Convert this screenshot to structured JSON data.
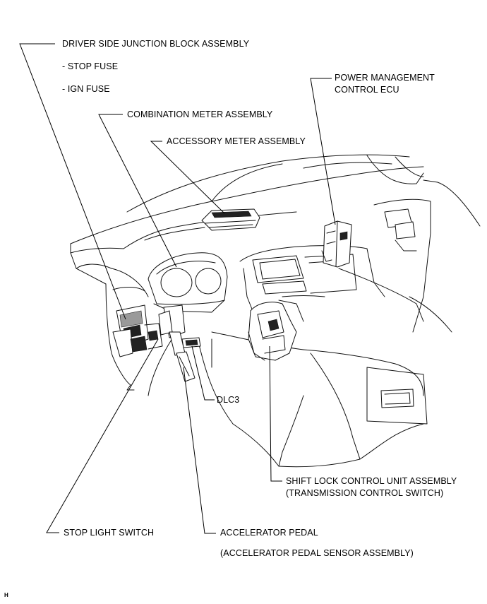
{
  "labels": {
    "driver_side_junction_block": "DRIVER SIDE JUNCTION BLOCK ASSEMBLY",
    "stop_fuse": "- STOP FUSE",
    "ign_fuse": "- IGN FUSE",
    "combination_meter": "COMBINATION METER ASSEMBLY",
    "accessory_meter": "ACCESSORY METER ASSEMBLY",
    "power_management_line1": "POWER MANAGEMENT",
    "power_management_line2": "CONTROL ECU",
    "dlc3": "DLC3",
    "shift_lock_line1": "SHIFT LOCK CONTROL UNIT ASSEMBLY",
    "shift_lock_line2": "(TRANSMISSION CONTROL SWITCH)",
    "stop_light_switch": "STOP LIGHT SWITCH",
    "accelerator_pedal": "ACCELERATOR PEDAL",
    "accelerator_pedal_sensor": "(ACCELERATOR PEDAL SENSOR ASSEMBLY)",
    "corner_mark": "H"
  }
}
